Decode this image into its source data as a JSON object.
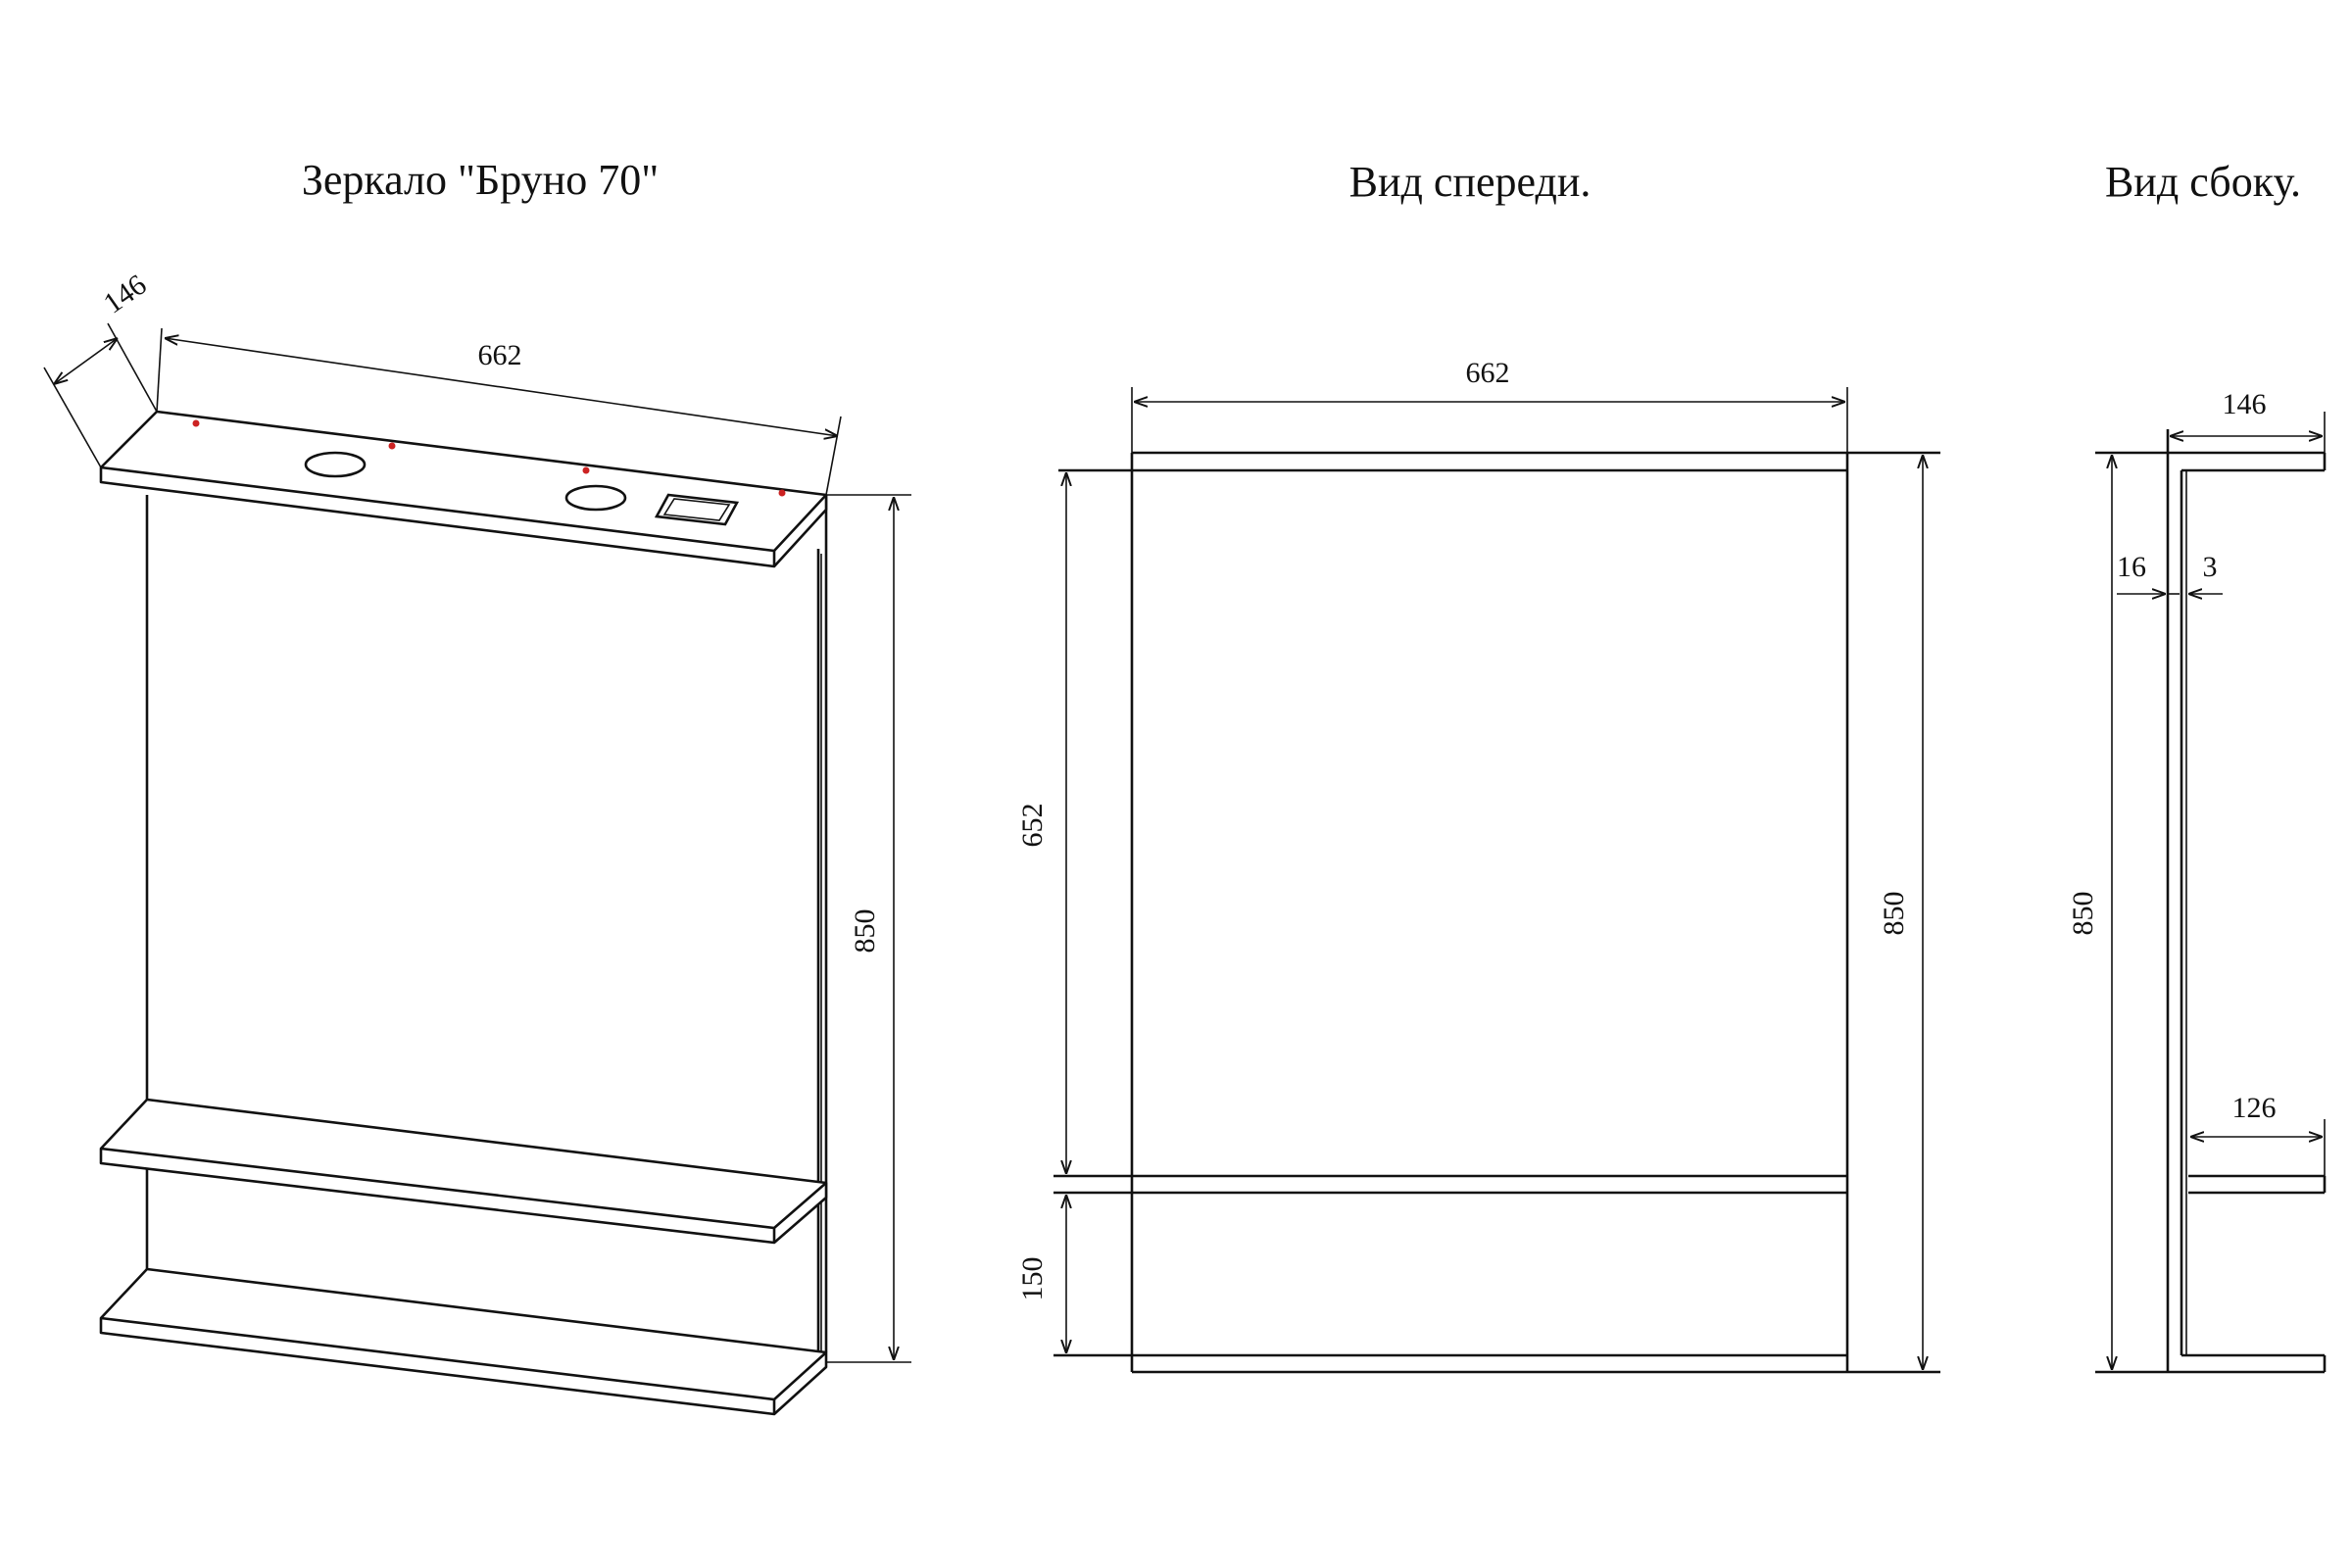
{
  "titles": {
    "iso": "Зеркало \"Бруно 70\"",
    "front": "Вид спереди.",
    "side": "Вид сбоку."
  },
  "dimensions": {
    "iso_depth": "146",
    "iso_width": "662",
    "iso_height": "850",
    "front_width": "662",
    "front_mirror_height": "652",
    "front_bottom_gap": "150",
    "front_height": "850",
    "side_depth": "146",
    "side_panel": "16",
    "side_mirror": "3",
    "side_height": "850",
    "side_shelf_depth": "126"
  },
  "colors": {
    "line": "#111111",
    "fastener_marks": "#cc2222",
    "background": "#ffffff"
  }
}
